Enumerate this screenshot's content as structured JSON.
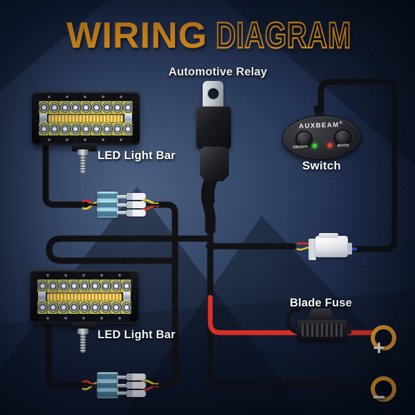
{
  "title": {
    "word_solid": "WIRING",
    "word_outline": "DIAGRAM",
    "accent_color": "#f39c1f"
  },
  "labels": {
    "relay": "Automotive Relay",
    "light_bar_top": "LED Light Bar",
    "light_bar_bottom": "LED Light Bar",
    "switch": "Switch",
    "fuse": "Blade Fuse"
  },
  "switch_pod": {
    "brand": "AUXBEAM",
    "trademark": "®",
    "left_button_label": "ON/OFF",
    "right_button_label": "MODE",
    "power_led_color": "#38d038",
    "mode_led_color": "#e84830"
  },
  "battery": {
    "positive_symbol": "+",
    "negative_symbol": "−",
    "terminal_color": "#efa02e"
  },
  "wire_colors": {
    "harness_black": "#121215",
    "power_red": "#e03227",
    "signal_yellow": "#e6cd2f",
    "connector_blue": "#2d4fd2"
  }
}
